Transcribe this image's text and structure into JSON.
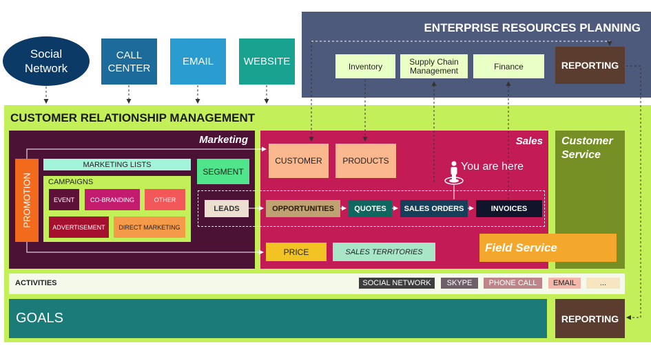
{
  "colors": {
    "erp_bg": "#4e5a7b",
    "crm_bg": "#c3ef58",
    "marketing_bg": "#4c1236",
    "sales_bg": "#c31b55",
    "customer_service_bg": "#768f25",
    "goals_bg": "#1b7b78",
    "reporting_bg": "#5a3d2e",
    "social_bg": "#0c3a66",
    "channel_call": "#1d6b9a",
    "channel_email": "#2a9ccf",
    "channel_website": "#17a38f"
  },
  "channels": {
    "social": "Social\nNetwork",
    "call": "CALL\nCENTER",
    "email": "EMAIL",
    "website": "WEBSITE"
  },
  "erp": {
    "title": "ENTERPRISE RESOURCES PLANNING",
    "inventory": "Inventory",
    "supply_chain": "Supply Chain\nManagement",
    "finance": "Finance",
    "reporting": "REPORTING"
  },
  "crm": {
    "title": "CUSTOMER RELATIONSHIP MANAGEMENT"
  },
  "marketing": {
    "title": "Marketing",
    "promotion": "PROMOTION",
    "marketing_lists": "MARKETING LISTS",
    "segment": "SEGMENT",
    "campaigns": "CAMPAIGNS",
    "event": "EVENT",
    "co_branding": "CO-BRANDING",
    "other": "OTHER",
    "advertisement": "ADVERTISEMENT",
    "direct_marketing": "DIRECT MARKETING",
    "leads": "LEADS"
  },
  "sales": {
    "title": "Sales",
    "customer": "CUSTOMER",
    "products": "PRODUCTS",
    "you_are_here": "You are here",
    "opportunities": "OPPORTUNITIES",
    "quotes": "QUOTES",
    "sales_orders": "SALES ORDERS",
    "invoices": "INVOICES",
    "price": "PRICE",
    "sales_territories": "SALES TERRITORIES",
    "field_service": "Field Service"
  },
  "customer_service": {
    "title": "Customer\nService"
  },
  "activities": {
    "label": "ACTIVITIES",
    "items": [
      "SOCIAL NETWORK",
      "SKYPE",
      "PHONE CALL",
      "EMAIL",
      "..."
    ]
  },
  "goals": {
    "label": "GOALS",
    "reporting": "REPORTING"
  }
}
